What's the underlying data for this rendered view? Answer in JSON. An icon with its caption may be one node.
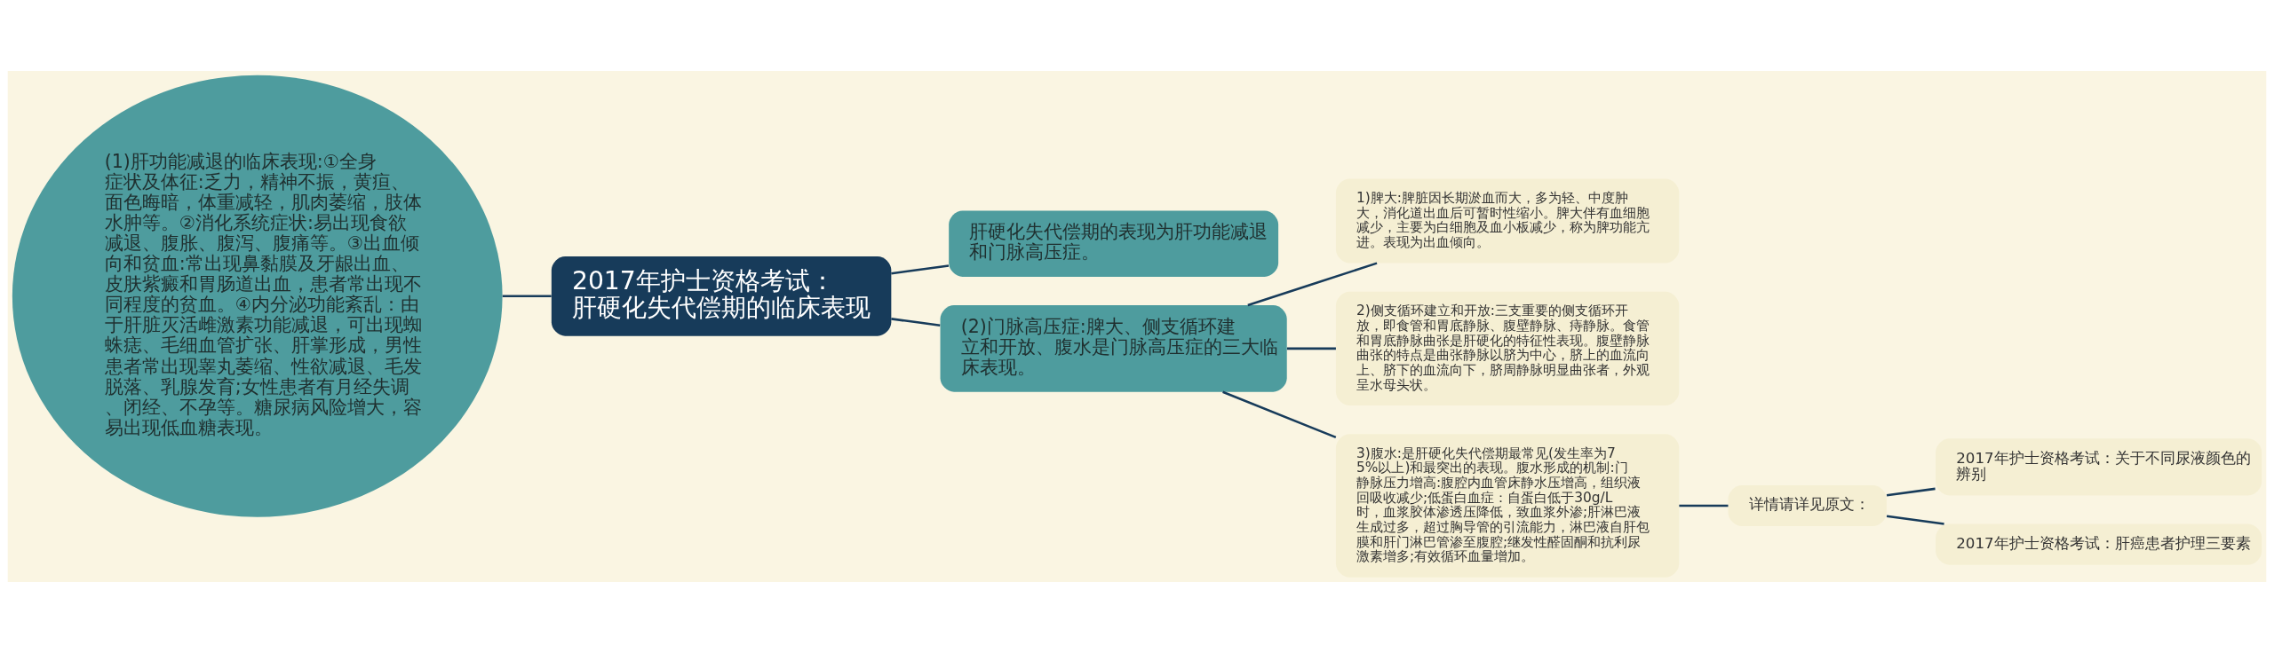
{
  "diagram": {
    "nodes": [
      {
        "text": [
          "2017年护士资格考试：肝硬化失代偿期的临床表现"
        ]
      },
      {
        "text": [
          "(1)肝功能减退的临床表现:①全身症状及体征:乏力，精神不振，黄疸、面色晦暗，体重减轻，肌肉萎缩，肢体水肿等。②消化系统症状:易出现食欲减退、腹胀、腹泻、腹痛等。③出血倾向和贫血:常出现鼻黏膜及牙龈出血、皮肤紫癜和胃肠道出血，患者常出现不同程度的贫血。④内分泌功能紊乱：由于肝脏灭活雌激素功能减退，可出现蜘蛛痣、毛细血管扩张、肝掌形成，男性患者常出现睾丸萎缩、性欲减退、毛发脱落、乳腺发育;女性患者有月经失调、闭经、不孕等。糖尿病风险增大，容易出现低血糖表现。"
        ]
      },
      {
        "text": [
          "肝硬化失代偿期的表现为肝功能减退和门脉高压症。"
        ]
      },
      {
        "text": [
          "(2)门脉高压症:脾大、侧支循环建立和开放、腹水是门脉高压症的三大临床表现。"
        ]
      },
      {
        "text": [
          "1)脾大:脾脏因长期淤血而大，多为轻、中度肿大，消化道出血后可暂时性缩小。脾大伴有血细胞减少，主要为白细胞及血小板减少，称为脾功能亢进。表现为出血倾向。"
        ]
      },
      {
        "text": [
          "2)侧支循环建立和开放:三支重要的侧支循环开放，即食管和胃底静脉、腹壁静脉、痔静脉。食管和胃底静脉曲张是肝硬化的特征性表现。腹壁静脉曲张的特点是曲张静脉以脐为中心，脐上的血流向上、脐下的血流向下，脐周静脉明显曲张者，外观呈水母头状。"
        ]
      },
      {
        "text": [
          "3)腹水:是肝硬化失代偿期最常见(发生率为75%以上)和最突出的表现。腹水形成的机制:门静脉压力增高:腹腔内血管床静水压增高，组织液回吸收减少;低蛋白血症：自蛋白低于30g/L时，血浆胶体渗透压降低，致血浆外渗;肝淋巴液生成过多，超过胸导管的引流能力，淋巴液自肝包膜和肝门淋巴管渗至腹腔;继发性醛固酮和抗利尿激素增多;有效循环血量增加。"
        ]
      },
      {
        "text": [
          "详情请详见原文："
        ]
      },
      {
        "text": [
          "2017年护士资格考试：关于不同尿液颜色的辨别"
        ]
      },
      {
        "text": [
          "2017年护士资格考试：肝癌患者护理三要素"
        ]
      }
    ],
    "edges": [
      {
        "from": 0,
        "to": 1,
        "arrow": "none"
      },
      {
        "from": 0,
        "to": 2,
        "arrow": "none"
      },
      {
        "from": 0,
        "to": 3,
        "arrow": "none"
      },
      {
        "from": 3,
        "to": 4,
        "arrow": "none"
      },
      {
        "from": 3,
        "to": 5,
        "arrow": "none"
      },
      {
        "from": 3,
        "to": 6,
        "arrow": "none"
      },
      {
        "from": 6,
        "to": 7,
        "arrow": "none"
      },
      {
        "from": 7,
        "to": 8,
        "arrow": "none"
      },
      {
        "from": 7,
        "to": 9,
        "arrow": "none"
      }
    ]
  }
}
